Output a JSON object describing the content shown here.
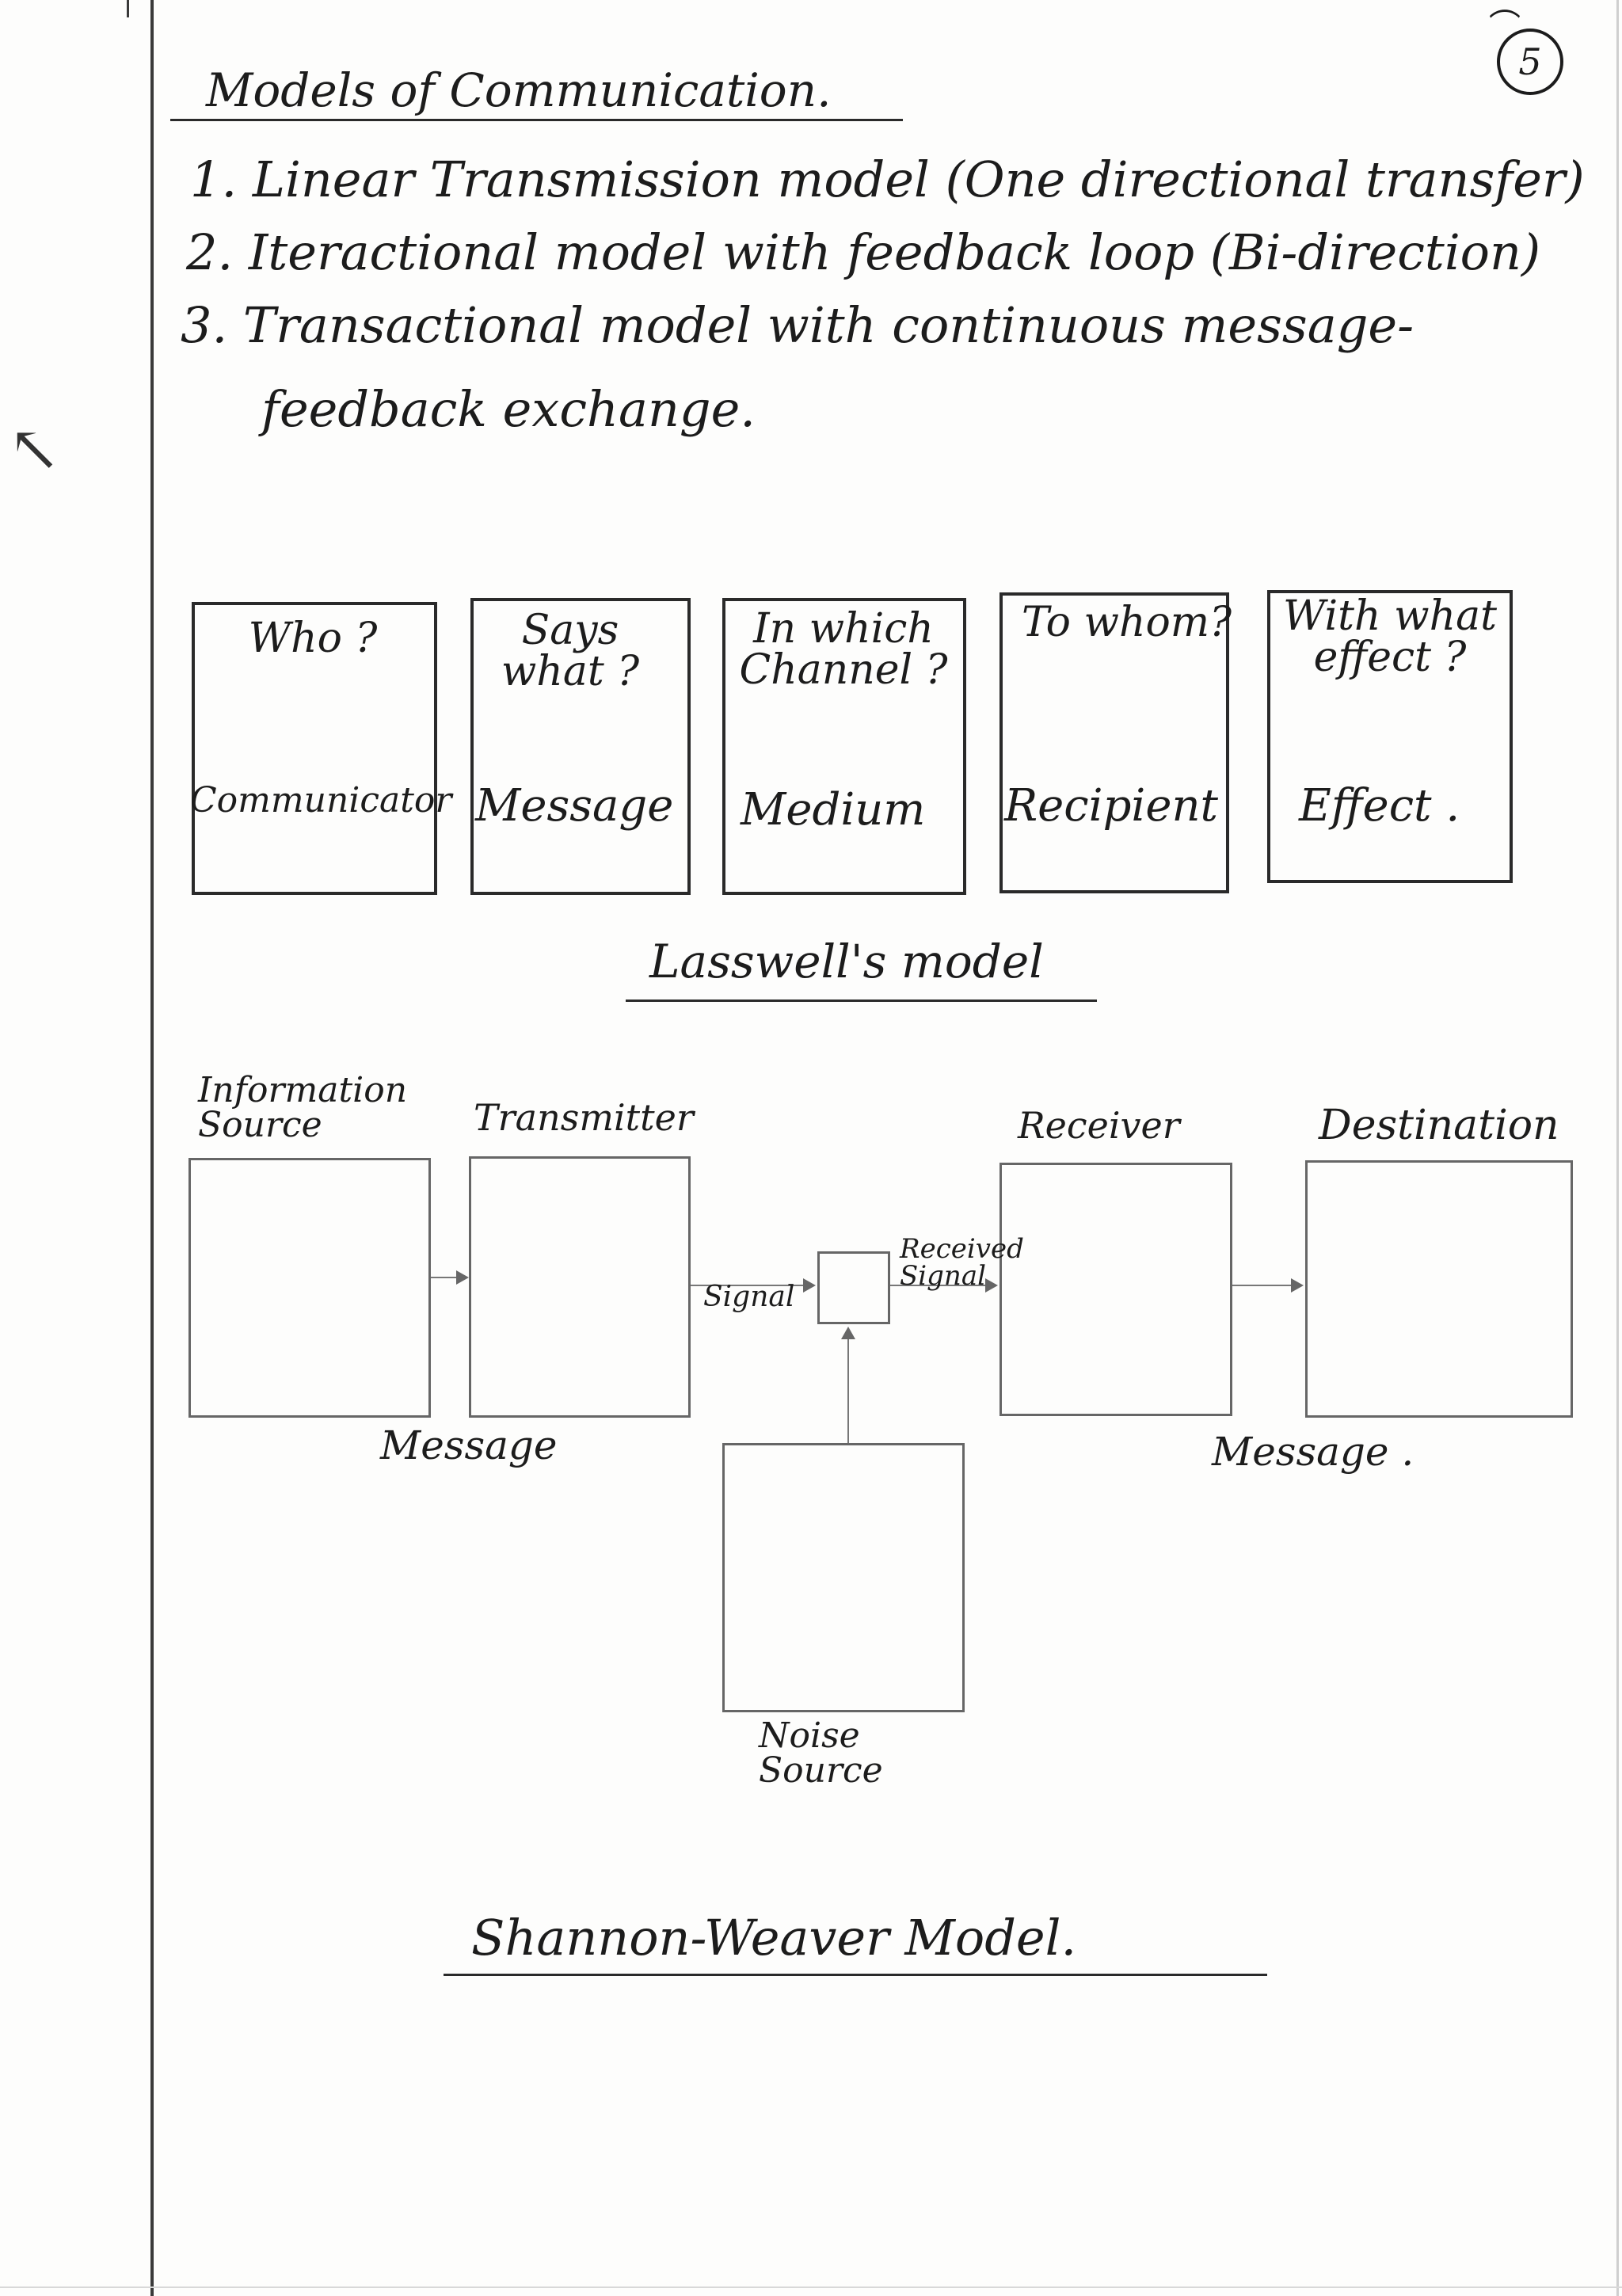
{
  "page_number": "5",
  "heading": "Models of Communication.",
  "list": [
    "1. Linear Transmission model (One directional transfer)",
    "2. Iteractional model with feedback loop (Bi-direction)",
    "3. Transactional model with continuous message-",
    "feedback exchange."
  ],
  "lasswell": {
    "boxes": [
      {
        "question": "Who ?",
        "answer": "Communicator"
      },
      {
        "question": "Says what ?",
        "answer": "Message"
      },
      {
        "question": "In which Channel ?",
        "answer": "Medium"
      },
      {
        "question": "To whom?",
        "answer": "Recipient"
      },
      {
        "question": "With what effect ?",
        "answer": "Effect ."
      }
    ],
    "caption": "Lasswell's model"
  },
  "shannon_weaver": {
    "information_source": "Information Source",
    "transmitter": "Transmitter",
    "receiver": "Receiver",
    "destination": "Destination",
    "signal": "Signal",
    "received_signal": "Received Signal",
    "message_left": "Message",
    "message_right": "Message .",
    "noise_source": "Noise Source",
    "caption": "Shannon-Weaver Model."
  }
}
